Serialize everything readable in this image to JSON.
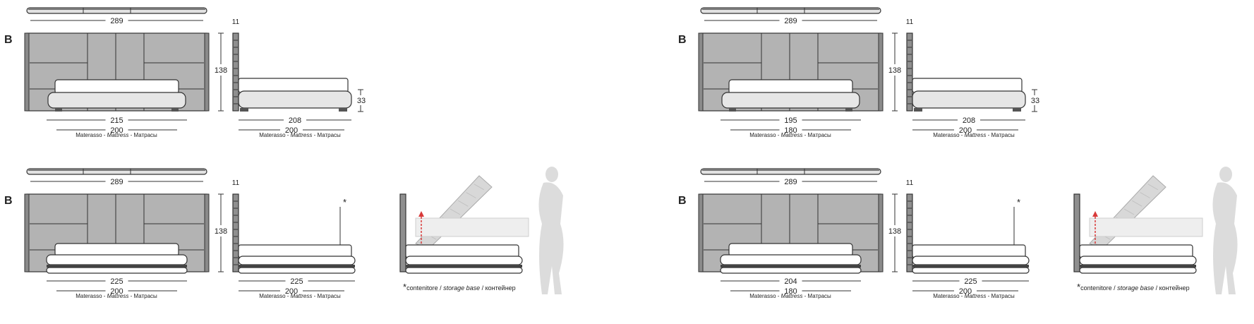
{
  "colors": {
    "panel": "#b3b3b3",
    "panel_line": "#555555",
    "base": "#e6e6e6",
    "outline": "#333333",
    "dim_line": "#333333",
    "mattress": "#ffffff",
    "ghost": "#d8d8d8",
    "red": "#d83a3a"
  },
  "mattress_caption_prefix": "Materasso - ",
  "mattress_caption_en": "Mattress",
  "mattress_caption_ru": " - Матрасы",
  "storage_caption_star": "*",
  "storage_caption_it": "contenitore / ",
  "storage_caption_en": "storage base",
  "storage_caption_ru": " / контейнер",
  "storage_marker": "*",
  "variants": [
    {
      "label": "B",
      "type": "standard",
      "headboard_width": "289",
      "headboard_depth": "11",
      "headboard_height": "138",
      "base_height": "33",
      "front_outer_width": "215",
      "front_mattress_width": "200",
      "side_length": "208",
      "side_mattress_length": "200"
    },
    {
      "label": "B",
      "type": "standard",
      "headboard_width": "289",
      "headboard_depth": "11",
      "headboard_height": "138",
      "base_height": "33",
      "front_outer_width": "195",
      "front_mattress_width": "180",
      "side_length": "208",
      "side_mattress_length": "200"
    },
    {
      "label": "B",
      "type": "storage",
      "headboard_width": "289",
      "headboard_depth": "11",
      "headboard_height": "138",
      "front_outer_width": "225",
      "front_mattress_width": "200",
      "side_length": "225",
      "side_mattress_length": "200"
    },
    {
      "label": "B",
      "type": "storage",
      "headboard_width": "289",
      "headboard_depth": "11",
      "headboard_height": "138",
      "front_outer_width": "204",
      "front_mattress_width": "180",
      "side_length": "225",
      "side_mattress_length": "200"
    }
  ]
}
